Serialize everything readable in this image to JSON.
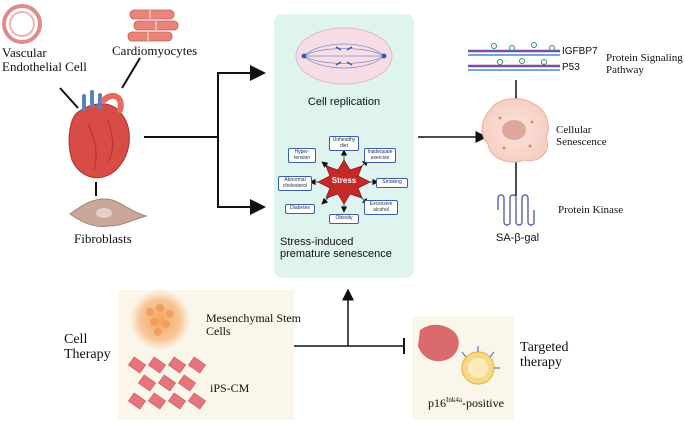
{
  "labels": {
    "vascular": [
      "Vascular",
      "Endothelial Cell"
    ],
    "cardiomyocytes": "Cardiomyocytes",
    "fibroblasts": "Fibroblasts",
    "cell_replication": "Cell replication",
    "stress_induced": [
      "Stress-induced",
      "premature senescence"
    ],
    "stress_center": "Stress",
    "igfbp7": "IGFBP7",
    "p53": "P53",
    "protein_signaling": [
      "Protein Signaling",
      "Pathway"
    ],
    "cellular_senescence": [
      "Cellular",
      "Senescence"
    ],
    "protein_kinase": "Protein Kinase",
    "sa_beta_gal": "SA-β-gal",
    "msc": [
      "Mesenchymal Stem",
      "Cells"
    ],
    "ips_cm": "iPS-CM",
    "cell_therapy": [
      "Cell",
      "Therapy"
    ],
    "targeted_therapy": [
      "Targeted",
      "therapy"
    ],
    "p16": {
      "main": "p16",
      "sup": "Ink4a",
      "suffix": "-positive"
    }
  },
  "stressors": [
    "Unhealthy diet",
    "Inadequate exercise",
    "Hyper-tension",
    "Abnormal cholesterol",
    "Smoking",
    "Diabetes",
    "Excessive alcohol",
    "Obesity"
  ],
  "colors": {
    "panel": "#dff3ef",
    "heart": "#d9534f",
    "accent_blue": "#3a5ea8",
    "stress_red": "#c62828"
  }
}
